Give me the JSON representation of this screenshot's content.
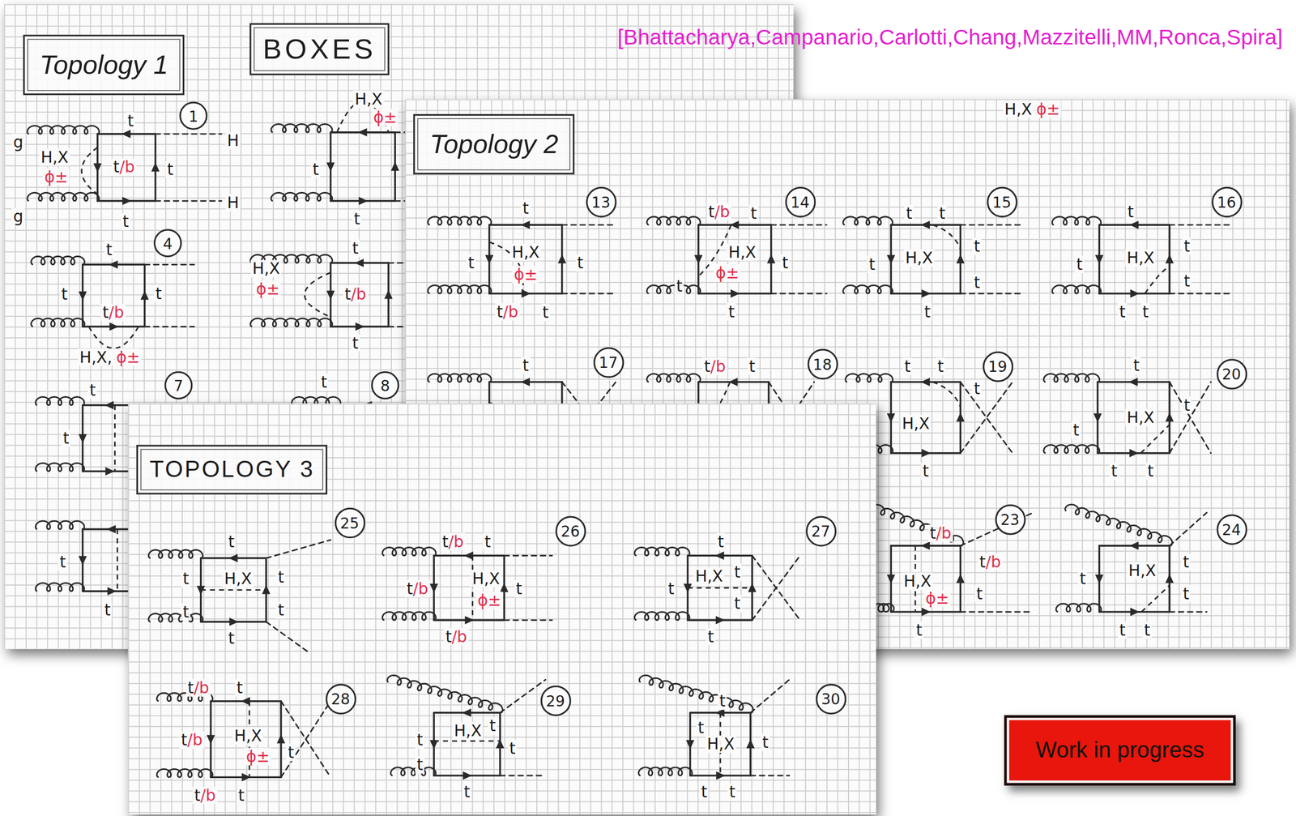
{
  "diagram": {
    "nodes": [
      {
        "text": [
          "Topology 1"
        ]
      },
      {
        "text": [
          "BOXES"
        ]
      },
      {
        "text": [
          "1"
        ]
      },
      {
        "text": [
          "4"
        ]
      },
      {
        "text": [
          "7"
        ]
      },
      {
        "text": [
          "8"
        ]
      },
      {
        "text": [
          "Topology 2"
        ]
      },
      {
        "text": [
          "13"
        ]
      },
      {
        "text": [
          "14"
        ]
      },
      {
        "text": [
          "15"
        ]
      },
      {
        "text": [
          "16"
        ]
      },
      {
        "text": [
          "17"
        ]
      },
      {
        "text": [
          "18"
        ]
      },
      {
        "text": [
          "19"
        ]
      },
      {
        "text": [
          "20"
        ]
      },
      {
        "text": [
          "23"
        ]
      },
      {
        "text": [
          "24"
        ]
      },
      {
        "text": [
          "TOPOLOGY 3"
        ]
      },
      {
        "text": [
          "25"
        ]
      },
      {
        "text": [
          "26"
        ]
      },
      {
        "text": [
          "27"
        ]
      },
      {
        "text": [
          "28"
        ]
      },
      {
        "text": [
          "29"
        ]
      },
      {
        "text": [
          "30"
        ]
      },
      {
        "text": [
          "Work in progress"
        ]
      }
    ],
    "labels": [
      "[Bhattacharya,Campanario,Carlotti,Chang,Mazzitelli,MM,Ronca,Spira]",
      "g",
      "g",
      "H",
      "H",
      "t",
      "H,X",
      "ϕ±",
      "t/b",
      "t",
      "t",
      "t",
      "H,X",
      "ϕ±",
      "t",
      "t",
      "t",
      "t/b",
      "t",
      "H,X,",
      "ϕ±",
      "H,X",
      "ϕ±",
      "t/b",
      "t",
      "t",
      "t",
      "t",
      "t",
      "t",
      "t",
      "H,X",
      "ϕ±",
      "t",
      "t",
      "H,X",
      "ϕ±",
      "t",
      "t/b",
      "t",
      "t/b",
      "t",
      "t",
      "H,X",
      "ϕ±",
      "t",
      "t",
      "t",
      "t",
      "t",
      "H,X",
      "t",
      "t",
      "t",
      "t",
      "t",
      "H,X",
      "t",
      "t",
      "t",
      "t",
      "t",
      "t/b",
      "t",
      "t",
      "t",
      "H,X",
      "t",
      "t",
      "t",
      "t",
      "H,X",
      "t",
      "t",
      "t",
      "t/b",
      "t/b",
      "H,X",
      "ϕ±",
      "t",
      "t",
      "t",
      "H,X",
      "t",
      "t",
      "t",
      "t",
      "t",
      "t",
      "t",
      "H,X",
      "t",
      "t",
      "t",
      "t/b",
      "t",
      "t/b",
      "H,X",
      "ϕ±",
      "t",
      "t/b",
      "t",
      "H,X",
      "t",
      "t",
      "t",
      "t",
      "t/b",
      "t",
      "t/b",
      "H,X",
      "ϕ±",
      "t",
      "t/b",
      "t",
      "t",
      "t",
      "H,X",
      "t",
      "t",
      "t",
      "t",
      "t",
      "H,X",
      "t",
      "t",
      "t"
    ]
  }
}
